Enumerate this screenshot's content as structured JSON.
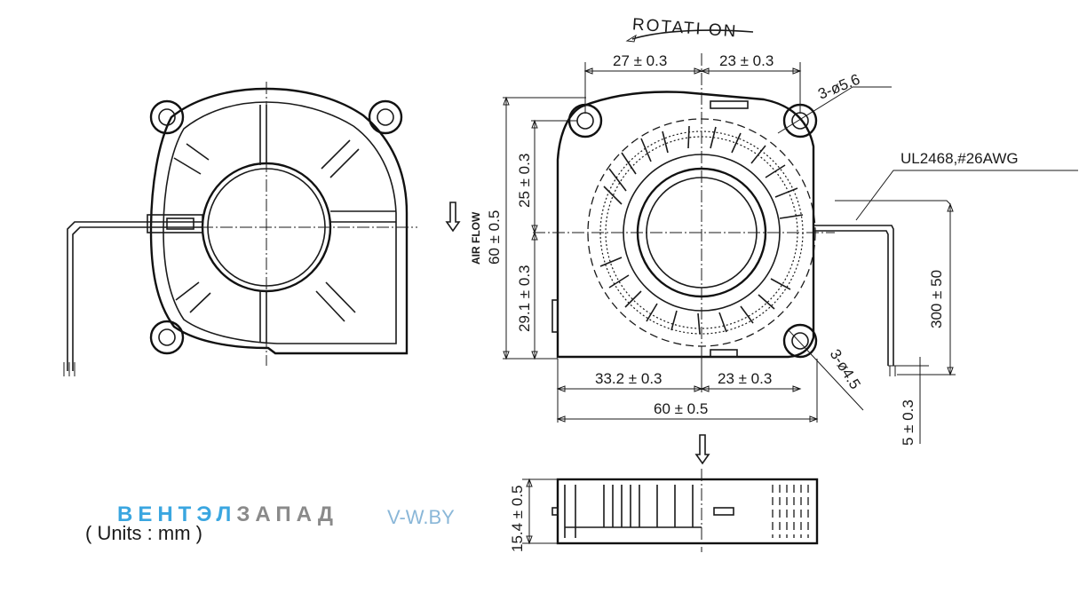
{
  "drawing": {
    "rotation_label": "ROTATI ON",
    "hole_large_label": "3-ø5.6",
    "hole_small_label": "3-ø4.5",
    "wire_label": "UL2468,#26AWG",
    "airflow_label": "AIR FLOW",
    "units_label": "( Units : mm )",
    "dims": {
      "top_left": "27 ± 0.3",
      "top_right": "23 ± 0.3",
      "height_upper": "25 ± 0.3",
      "height_lower": "29.1 ± 0.3",
      "height_total": "60 ± 0.5",
      "bottom_left": "33.2 ± 0.3",
      "bottom_right": "23 ± 0.3",
      "width_total": "60 ± 0.5",
      "wire_length": "300 ± 50",
      "strip_length": "5 ± 0.3",
      "thickness": "15.4 ± 0.5"
    }
  },
  "watermark": {
    "ru_part1": "ВЕНТЭЛ",
    "ru_part2": "ЗАПАД",
    "site": "V-W.BY"
  }
}
